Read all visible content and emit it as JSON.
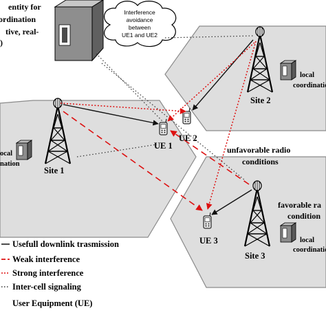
{
  "top_entity": {
    "line1": "entity for",
    "line2": "ordination",
    "line3": "tive, real-",
    "line4": ")"
  },
  "cloud": {
    "line1": "Interference",
    "line2": "avoidance",
    "line3": "between",
    "line4": "UE1 and UE2"
  },
  "sites": {
    "site1": "Site 1",
    "site2": "Site 2",
    "site3": "Site 3"
  },
  "ues": {
    "ue1": "UE 1",
    "ue2": "UE 2",
    "ue3": "UE 3"
  },
  "coordination": {
    "site2_line1": "local",
    "site2_line2": "coordination",
    "site1_line1": "ocal",
    "site1_line2": "nation",
    "site3_line1": "local",
    "site3_line2": "coordination"
  },
  "conditions": {
    "unfavorable_line1": "unfavorable radio",
    "unfavorable_line2": "conditions",
    "favorable_line1": "favorable ra",
    "favorable_line2": "condition"
  },
  "legend": {
    "item1": "Usefull downlink trasmission",
    "item2": "Weak interference",
    "item3": "Strong interference",
    "item4": "Inter-cell signaling",
    "item5": "User Equipment (UE)"
  },
  "colors": {
    "hexagon_fill": "#dedede",
    "hexagon_stroke": "#8a8a8a",
    "interference_red": "#dd1111",
    "signal_black": "#111111"
  }
}
